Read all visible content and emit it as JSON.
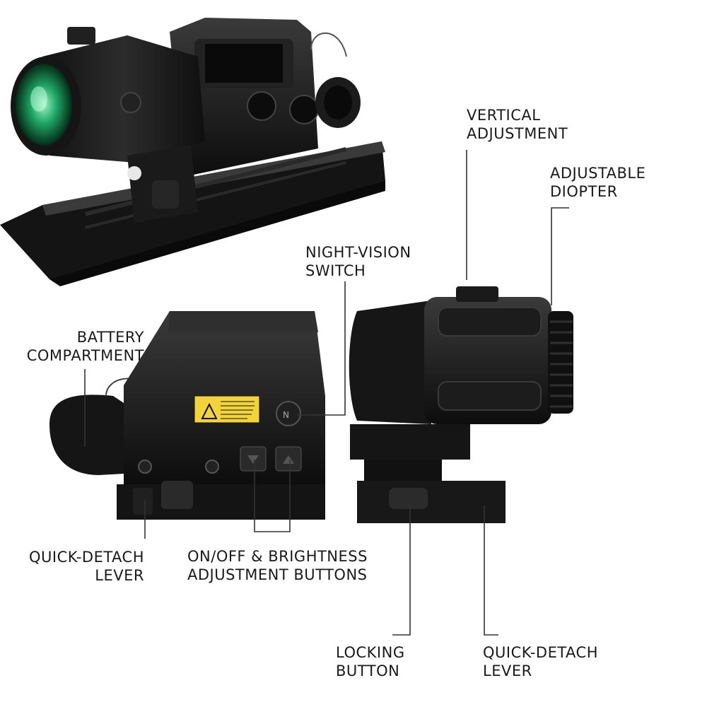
{
  "labels": {
    "vertical_adjustment": "VERTICAL\nADJUSTMENT",
    "adjustable_diopter": "ADJUSTABLE\nDIOPTER",
    "night_vision_switch": "NIGHT-VISION\nSWITCH",
    "battery_compartment": "BATTERY\nCOMPARTMENT",
    "quick_detach_lever_left": "QUICK-DETACH\nLEVER",
    "on_off_brightness": "ON/OFF & BRIGHTNESS\nADJUSTMENT BUTTONS",
    "locking_button": "LOCKING\nBUTTON",
    "quick_detach_lever_right": "QUICK-DETACH\nLEVER"
  },
  "colors": {
    "text": "#1a1a1a",
    "leader_line": "#333333",
    "lens_glow": "#1fa866",
    "warning_label": "#f2d43a"
  }
}
